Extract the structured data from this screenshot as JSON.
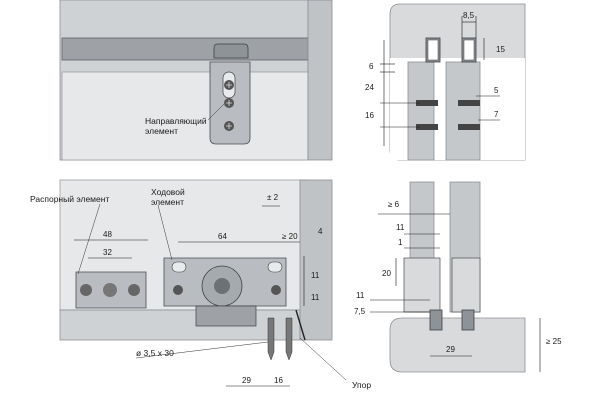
{
  "callouts": {
    "guide_element": [
      "Направляющий",
      "элемент"
    ],
    "spacer_element": "Распорный элемент",
    "running_element": [
      "Ходовой",
      "элемент"
    ],
    "stop": "Упор",
    "screw": "ø 3,5 x 30"
  },
  "dims": {
    "d48": "48",
    "d32": "32",
    "d64": "64",
    "d_pm2": "± 2",
    "d_ge20": "≥ 20",
    "d4": "4",
    "d11a": "11",
    "d11b": "11",
    "d29": "29",
    "d16": "16",
    "r_8_5": "8,5",
    "r15": "15",
    "r6": "6",
    "r24": "24",
    "r5": "5",
    "r16": "16",
    "r7": "7",
    "b_ge6": "≥ 6",
    "b11": "11",
    "b1": "1",
    "b20": "20",
    "b11l": "11",
    "b7_5": "7,5",
    "b29": "29",
    "b_ge25": "≥ 25"
  },
  "colors": {
    "panel": "#cfd2d4",
    "metal": "#b9bdc1",
    "line": "#1a1a1a"
  }
}
